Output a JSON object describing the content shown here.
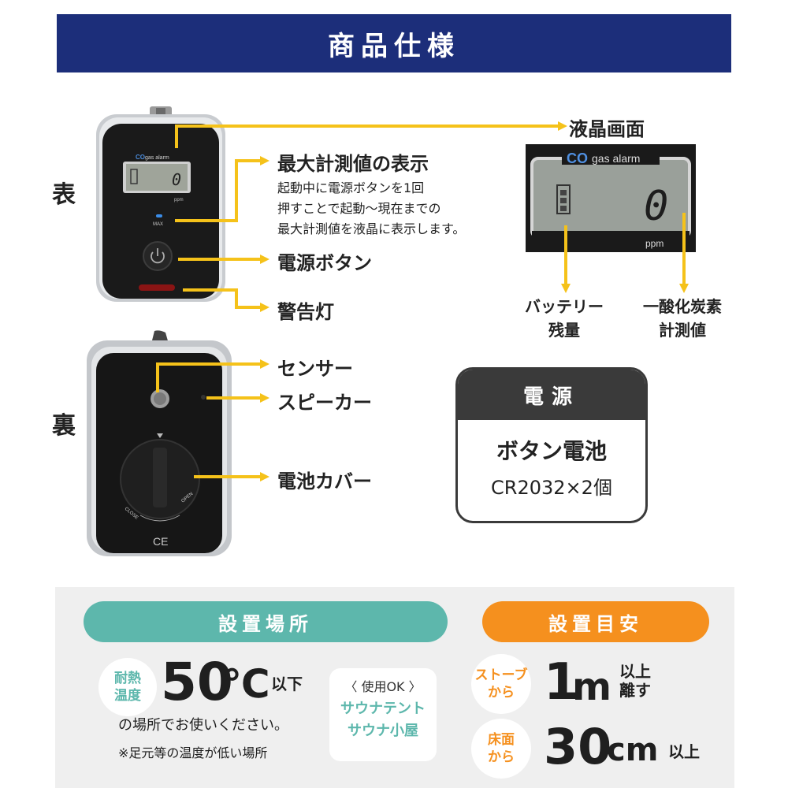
{
  "header": {
    "title": "商品仕様"
  },
  "front": {
    "side_label": "表",
    "lcd_title": "液晶画面",
    "max_title": "最大計測値の表示",
    "max_desc": [
      "起動中に電源ボタンを1回",
      "押すことで起動〜現在までの",
      "最大計測値を液晶に表示します。"
    ],
    "power_button": "電源ボタン",
    "warning_light": "警告灯",
    "device_brand_co": "CO",
    "device_brand_text": "gas alarm",
    "device_value": "0",
    "device_unit": "ppm",
    "device_max": "MAX"
  },
  "lcd": {
    "brand_co": "CO",
    "brand_text": "gas alarm",
    "value": "0",
    "unit": "ppm",
    "battery_label": [
      "バッテリー",
      "残量"
    ],
    "co_label": [
      "一酸化炭素",
      "計測値"
    ]
  },
  "back": {
    "side_label": "裏",
    "sensor": "センサー",
    "speaker": "スピーカー",
    "battery_cover": "電池カバー",
    "close": "CLOSE",
    "open": "OPEN",
    "ce": "CE"
  },
  "power": {
    "title": "電源",
    "main": "ボタン電池",
    "sub": "CR2032×2個"
  },
  "placement": {
    "title": "設置場所",
    "heat_badge": [
      "耐熱",
      "温度"
    ],
    "temp_value": "50",
    "temp_unit": "℃",
    "temp_suffix": "以下",
    "use_text": "の場所でお使いください。",
    "note": "※足元等の温度が低い場所",
    "ok_head": "〈 使用OK 〉",
    "ok_items": [
      "サウナテント",
      "サウナ小屋"
    ]
  },
  "guideline": {
    "title": "設置目安",
    "stove_badge": [
      "ストーブ",
      "から"
    ],
    "stove_value": "1",
    "stove_unit": "m",
    "stove_suffix": [
      "以上",
      "離す"
    ],
    "floor_badge": [
      "床面",
      "から"
    ],
    "floor_value": "30",
    "floor_unit": "cm",
    "floor_suffix": "以上"
  },
  "colors": {
    "navy": "#1c2e7a",
    "yellow": "#f5c21a",
    "teal": "#5db7ac",
    "orange": "#f5901e",
    "dark": "#3a3a3a"
  }
}
